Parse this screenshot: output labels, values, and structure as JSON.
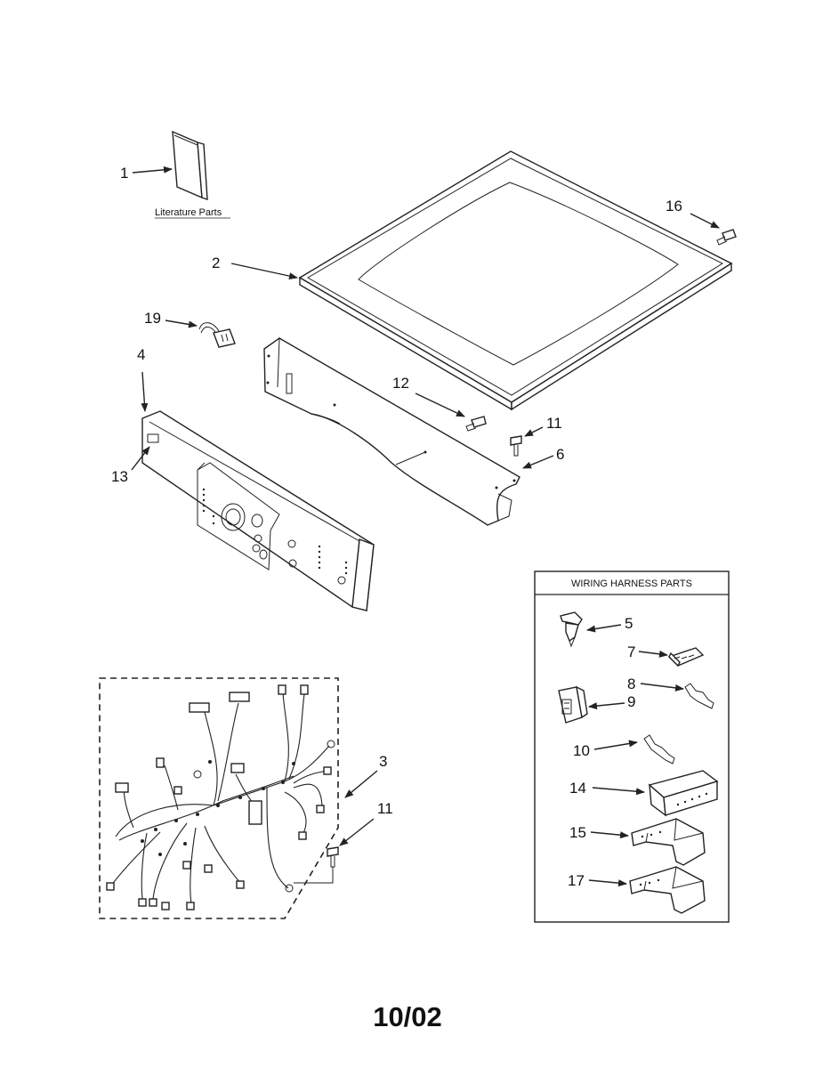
{
  "literature": {
    "label": "Literature Parts"
  },
  "wiring_box": {
    "title": "WIRING HARNESS PARTS"
  },
  "callouts": {
    "c1": "1",
    "c2": "2",
    "c3": "3",
    "c4": "4",
    "c5": "5",
    "c6": "6",
    "c7": "7",
    "c8": "8",
    "c9": "9",
    "c10": "10",
    "c11a": "11",
    "c11b": "11",
    "c12": "12",
    "c13": "13",
    "c14": "14",
    "c15": "15",
    "c16": "16",
    "c17": "17",
    "c19": "19"
  },
  "footer": {
    "date": "10/02"
  }
}
